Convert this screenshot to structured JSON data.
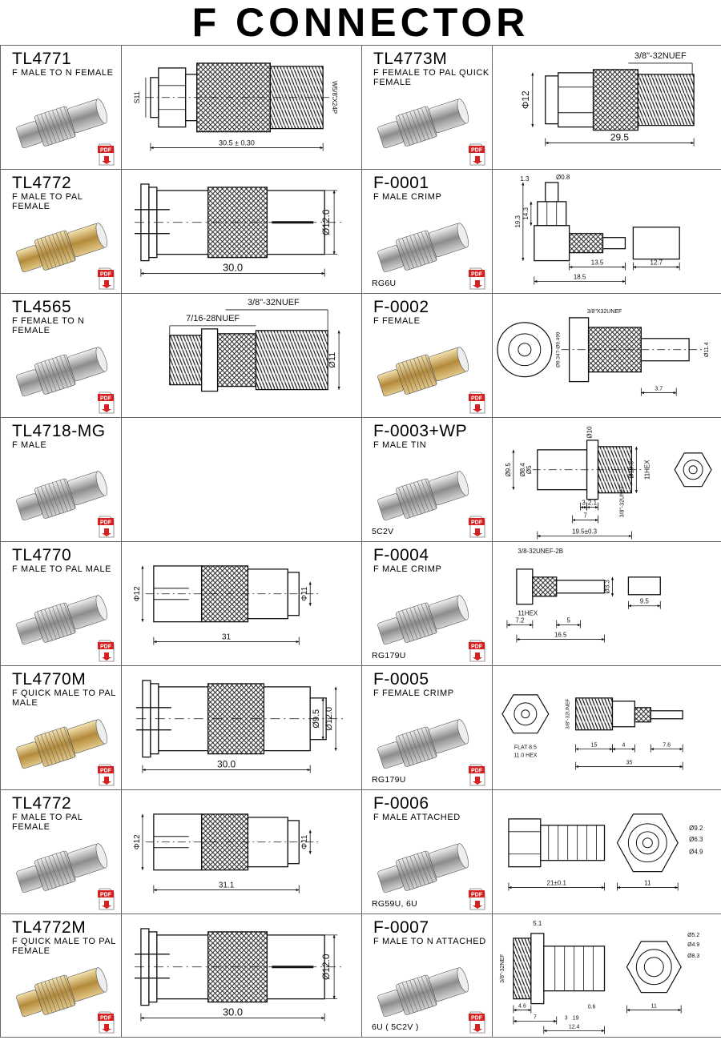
{
  "page": {
    "title": "F CONNECTOR"
  },
  "pdf_label": "PDF",
  "rows": [
    {
      "left": {
        "model": "TL4771",
        "desc": "F MALE TO N FEMALE",
        "cable": "",
        "dims": [
          "S11",
          "W5/8\"X24P",
          "30.5 ± 0.30"
        ]
      },
      "right": {
        "model": "TL4773M",
        "desc": "F FEMALE TO PAL QUICK FEMALE",
        "cable": "",
        "dims": [
          "3/8\"-32NUEF",
          "Φ12",
          "29.5"
        ]
      }
    },
    {
      "left": {
        "model": "TL4772",
        "desc": "F MALE TO PAL FEMALE",
        "cable": "",
        "dims": [
          "Ø12.0",
          "30.0"
        ]
      },
      "right": {
        "model": "F-0001",
        "desc": "F MALE CRIMP",
        "cable": "RG6U",
        "dims": [
          "1.3",
          "Ø0.8",
          "19.3",
          "14.3",
          "13.5",
          "12.7",
          "18.5"
        ]
      }
    },
    {
      "left": {
        "model": "TL4565",
        "desc": "F FEMALE TO N FEMALE",
        "cable": "",
        "dims": [
          "3/8\"-32NUEF",
          "7/16-28NUEF",
          "Ø11"
        ]
      },
      "right": {
        "model": "F-0002",
        "desc": "F FEMALE",
        "cable": "",
        "dims": [
          "3/8\"X32UNEF",
          "Ø9.347-Ø9.499",
          "Ø11.4",
          "3.7"
        ]
      }
    },
    {
      "left": {
        "model": "TL4718-MG",
        "desc": "F MALE",
        "cable": "",
        "dims": []
      },
      "right": {
        "model": "F-0003+WP",
        "desc": "F MALE TIN",
        "cable": "5C2V",
        "dims": [
          "Ø10",
          "Ø9.5",
          "Ø8.4",
          "Ø5",
          "Ø10.8",
          "11HEX",
          "3",
          "2.1",
          "3/8\"-32UNEF",
          "7",
          "19.5±0.3"
        ]
      }
    },
    {
      "left": {
        "model": "TL4770",
        "desc": "F MALE TO PAL MALE",
        "cable": "",
        "dims": [
          "Φ12",
          "Φ11",
          "31"
        ]
      },
      "right": {
        "model": "F-0004",
        "desc": "F MALE CRIMP",
        "cable": "RG179U",
        "dims": [
          "3/8-32UNEF-2B",
          "11HEX",
          "7.2",
          "5",
          "16.5",
          "Ø3.3",
          "9.5"
        ]
      }
    },
    {
      "left": {
        "model": "TL4770M",
        "desc": "F QUICK MALE TO PAL MALE",
        "cable": "",
        "dims": [
          "Ø9.5",
          "Ø12.0",
          "30.0"
        ]
      },
      "right": {
        "model": "F-0005",
        "desc": "F FEMALE CRIMP",
        "cable": "RG179U",
        "dims": [
          "FLAT 8.5",
          "11.0 HEX",
          "3/8\"-32UNEF",
          "15",
          "4",
          "7.6",
          "35"
        ]
      }
    },
    {
      "left": {
        "model": "TL4772",
        "desc": "F MALE TO PAL FEMALE",
        "cable": "",
        "dims": [
          "Φ12",
          "Φ11",
          "31.1"
        ]
      },
      "right": {
        "model": "F-0006",
        "desc": "F MALE ATTACHED",
        "cable": "RG59U, 6U",
        "dims": [
          "21±0.1",
          "Ø9.2",
          "Ø6.3",
          "Ø4.9",
          "11"
        ]
      }
    },
    {
      "left": {
        "model": "TL4772M",
        "desc": "F QUICK MALE TO PAL FEMALE",
        "cable": "",
        "dims": [
          "Ø12.0",
          "30.0"
        ]
      },
      "right": {
        "model": "F-0007",
        "desc": "F MALE TO N ATTACHED",
        "cable": "6U ( 5C2V )",
        "dims": [
          "5.1",
          "3/8\"-32NEF",
          "Ø5.2",
          "Ø4.9",
          "Ø8.3",
          "4.6",
          "7",
          "3",
          "19",
          "0.6",
          "12.4",
          "11"
        ]
      }
    }
  ],
  "colors": {
    "pdf_red": "#d42020",
    "line": "#111111",
    "border": "#666666"
  }
}
